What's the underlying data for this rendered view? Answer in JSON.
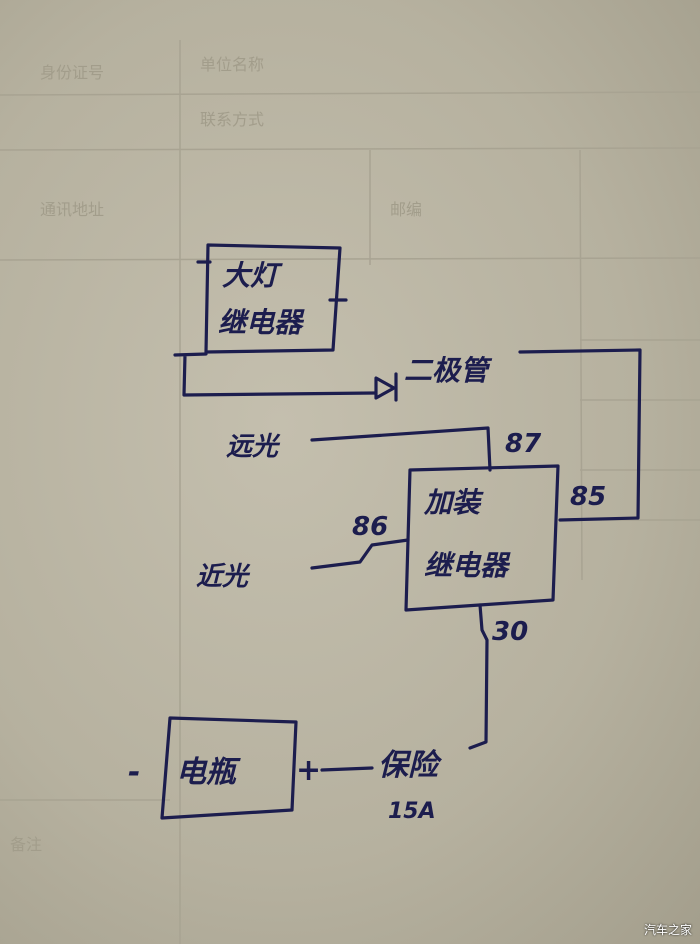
{
  "diagram": {
    "headlight_relay": {
      "line1": "大灯",
      "line2": "继电器"
    },
    "diode": "二极管",
    "high_beam": "远光",
    "low_beam": "近光",
    "added_relay": {
      "line1": "加装",
      "line2": "继电器"
    },
    "pins": {
      "p87": "87",
      "p86": "86",
      "p85": "85",
      "p30": "30"
    },
    "battery": "电瓶",
    "battery_minus": "-",
    "battery_plus": "+",
    "fuse": "保险",
    "fuse_rating": "15A"
  },
  "background_form": [
    "身份证号",
    "单位名称",
    "联系方式",
    "通讯地址",
    "邮编",
    "备注"
  ],
  "watermark": "汽车之家"
}
